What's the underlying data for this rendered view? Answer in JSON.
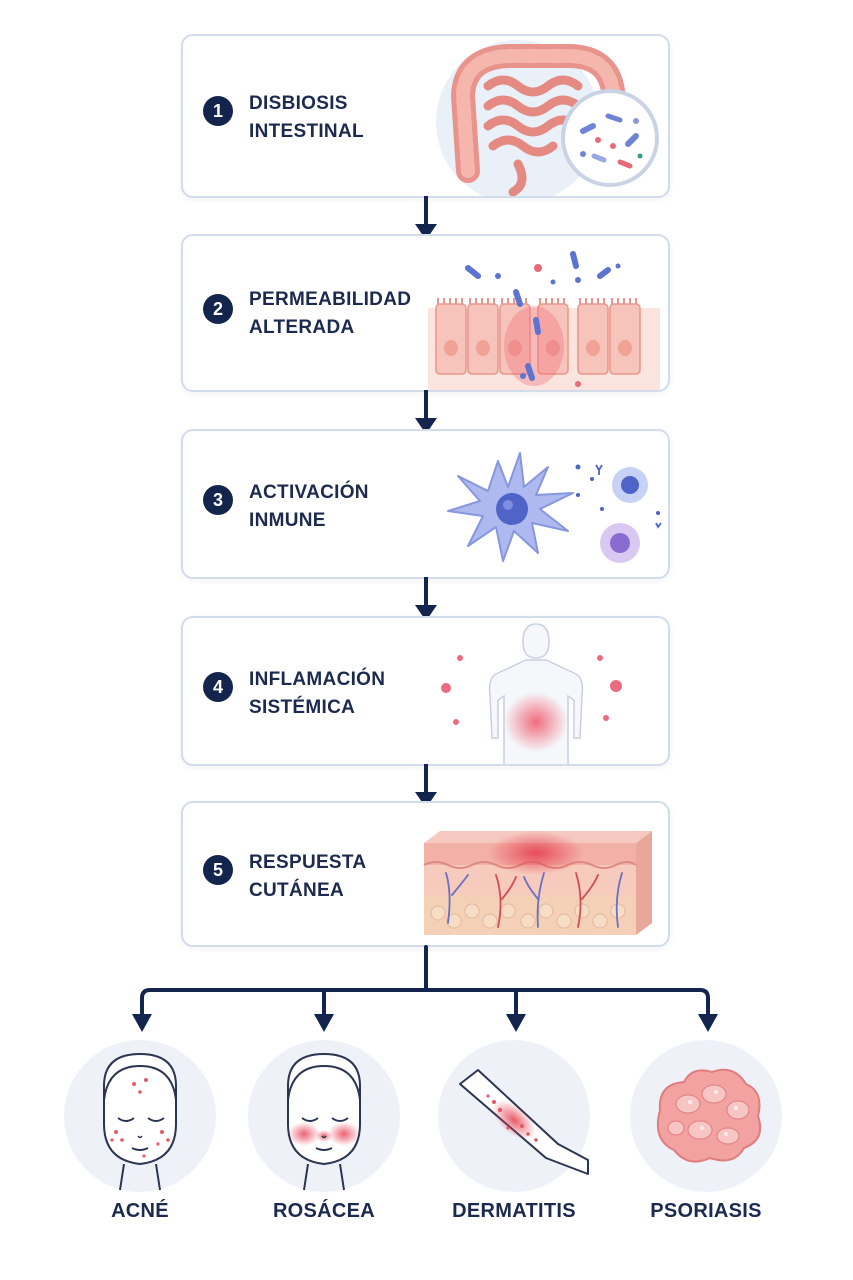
{
  "steps": [
    {
      "number": "1",
      "line1": "DISBIOSIS",
      "line2": "INTESTINAL",
      "icon": "intestine-bacteria-icon"
    },
    {
      "number": "2",
      "line1": "PERMEABILIDAD",
      "line2": "ALTERADA",
      "icon": "epithelium-icon"
    },
    {
      "number": "3",
      "line1": "ACTIVACIÓN",
      "line2": "INMUNE",
      "icon": "immune-cells-icon"
    },
    {
      "number": "4",
      "line1": "INFLAMACIÓN",
      "line2": "SISTÉMICA",
      "icon": "body-inflammation-icon"
    },
    {
      "number": "5",
      "line1": "RESPUESTA",
      "line2": "CUTÁNEA",
      "icon": "skin-section-icon"
    }
  ],
  "outcomes": [
    {
      "label": "ACNÉ",
      "icon": "acne-face-icon"
    },
    {
      "label": "ROSÁCEA",
      "icon": "rosacea-face-icon"
    },
    {
      "label": "DERMATITIS",
      "icon": "dermatitis-arm-icon"
    },
    {
      "label": "PSORIASIS",
      "icon": "psoriasis-plaque-icon"
    }
  ],
  "colors": {
    "navy": "#14254d",
    "card_border": "#d3dcea",
    "tissue_pink": "#f2a9a0",
    "inflammation_red": "#e85a66",
    "immune_blue": "#7d8fe0",
    "bg_circle": "#eef2f8"
  }
}
